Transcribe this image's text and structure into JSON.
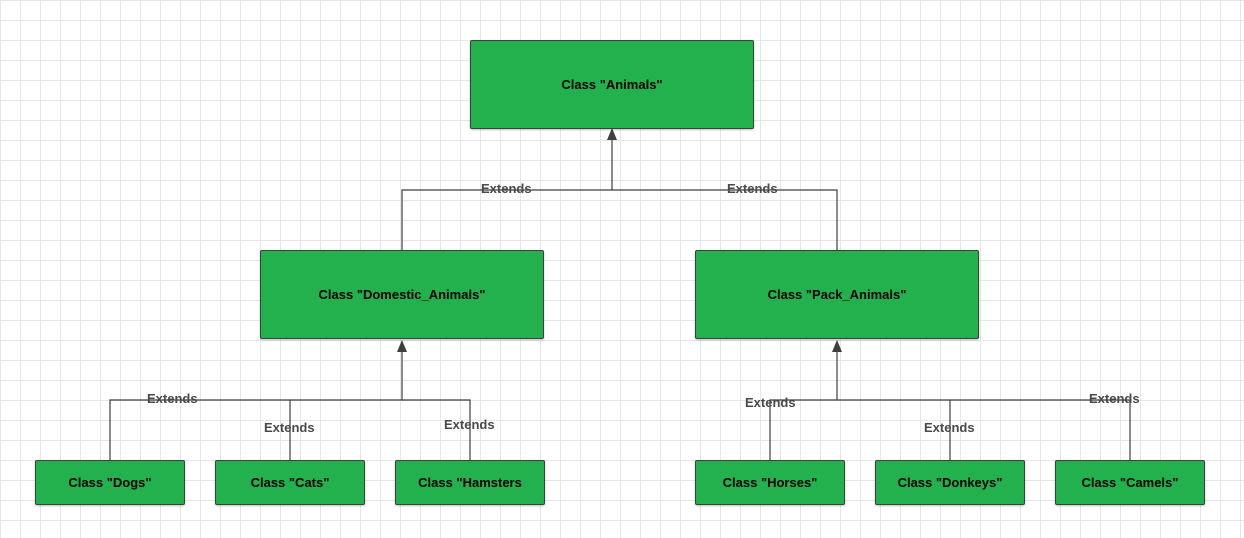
{
  "diagram": {
    "nodes": {
      "animals": "Class \"Animals\"",
      "domestic": "Class \"Domestic_Animals\"",
      "pack": "Class \"Pack_Animals\"",
      "dogs": "Class \"Dogs\"",
      "cats": "Class \"Cats\"",
      "hamsters": "Class \"Hamsters",
      "horses": "Class \"Horses\"",
      "donkeys": "Class \"Donkeys\"",
      "camels": "Class \"Camels\""
    },
    "edge_label": "Extends",
    "colors": {
      "node_fill": "#22b14c",
      "line": "#3f3f3f"
    }
  }
}
